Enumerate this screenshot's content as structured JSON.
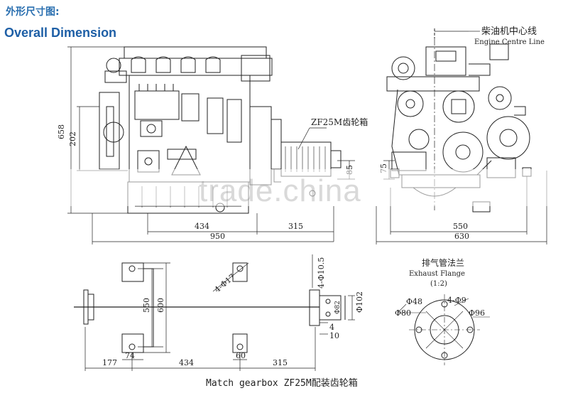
{
  "header": {
    "title_cn": "外形尺寸图:",
    "title_en": "Overall Dimension"
  },
  "labels": {
    "engine_centre_cn": "柴油机中心线",
    "engine_centre_en": "Engine Centre Line",
    "gearbox": "ZF25M齿轮箱",
    "exhaust_cn": "排气管法兰",
    "exhaust_en": "Exhaust Flange",
    "exhaust_scale": "(1:2)",
    "footer": "Match gearbox ZF25M配装齿轮箱",
    "watermark": "trade.china"
  },
  "dimensions": {
    "side_658": "658",
    "side_202": "202",
    "side_85": "85",
    "side_434": "434",
    "side_315": "315",
    "side_950": "950",
    "front_75": "75",
    "front_550": "550",
    "front_630": "630",
    "plan_550": "550",
    "plan_600": "600",
    "plan_177": "177",
    "plan_74": "74",
    "plan_434": "434",
    "plan_60": "60",
    "plan_315": "315",
    "plan_hole1": "4-Φ17",
    "plan_hole2": "4-Φ10.5",
    "plan_102": "Φ102",
    "plan_82": "Φ82",
    "plan_4": "4",
    "plan_10": "10",
    "flange_48": "Φ48",
    "flange_holes": "4-Φ9",
    "flange_80": "Φ80",
    "flange_96": "Φ96"
  }
}
